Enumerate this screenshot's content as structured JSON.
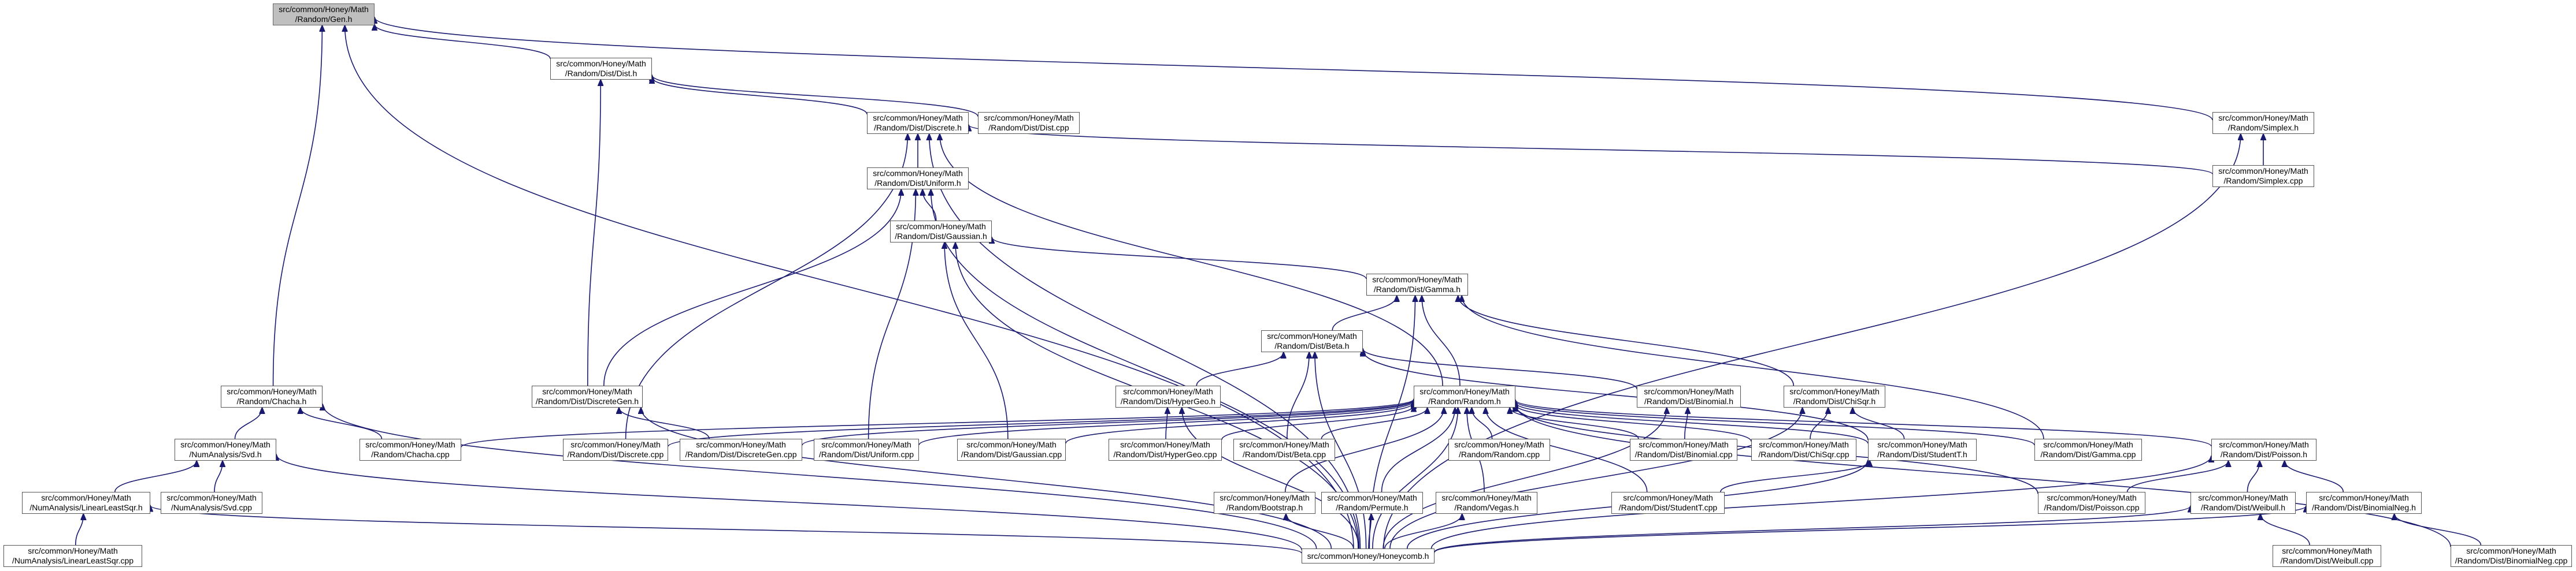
{
  "colors": {
    "edge": "#191970",
    "root_fill": "#bfbfbf",
    "node_border": "#555555",
    "background": "#ffffff"
  },
  "nodes": {
    "gen_h": {
      "line1": "src/common/Honey/Math",
      "line2": "/Random/Gen.h"
    },
    "dist_h": {
      "line1": "src/common/Honey/Math",
      "line2": "/Random/Dist/Dist.h"
    },
    "discrete_h": {
      "line1": "src/common/Honey/Math",
      "line2": "/Random/Dist/Discrete.h"
    },
    "dist_cpp": {
      "line1": "src/common/Honey/Math",
      "line2": "/Random/Dist/Dist.cpp"
    },
    "simplex_h": {
      "line1": "src/common/Honey/Math",
      "line2": "/Random/Simplex.h"
    },
    "simplex_cpp": {
      "line1": "src/common/Honey/Math",
      "line2": "/Random/Simplex.cpp"
    },
    "uniform_h": {
      "line1": "src/common/Honey/Math",
      "line2": "/Random/Dist/Uniform.h"
    },
    "gaussian_h": {
      "line1": "src/common/Honey/Math",
      "line2": "/Random/Dist/Gaussian.h"
    },
    "gamma_h": {
      "line1": "src/common/Honey/Math",
      "line2": "/Random/Dist/Gamma.h"
    },
    "beta_h": {
      "line1": "src/common/Honey/Math",
      "line2": "/Random/Dist/Beta.h"
    },
    "chacha_h": {
      "line1": "src/common/Honey/Math",
      "line2": "/Random/Chacha.h"
    },
    "discretegen_h": {
      "line1": "src/common/Honey/Math",
      "line2": "/Random/Dist/DiscreteGen.h"
    },
    "hypergeo_h": {
      "line1": "src/common/Honey/Math",
      "line2": "/Random/Dist/HyperGeo.h"
    },
    "random_h": {
      "line1": "src/common/Honey/Math",
      "line2": "/Random/Random.h"
    },
    "binomial_h": {
      "line1": "src/common/Honey/Math",
      "line2": "/Random/Dist/Binomial.h"
    },
    "chisqr_h": {
      "line1": "src/common/Honey/Math",
      "line2": "/Random/Dist/ChiSqr.h"
    },
    "svd_h": {
      "line1": "src/common/Honey/Math",
      "line2": "/NumAnalysis/Svd.h"
    },
    "chacha_cpp": {
      "line1": "src/common/Honey/Math",
      "line2": "/Random/Chacha.cpp"
    },
    "discrete_cpp": {
      "line1": "src/common/Honey/Math",
      "line2": "/Random/Dist/Discrete.cpp"
    },
    "discretegen_cpp": {
      "line1": "src/common/Honey/Math",
      "line2": "/Random/Dist/DiscreteGen.cpp"
    },
    "uniform_cpp": {
      "line1": "src/common/Honey/Math",
      "line2": "/Random/Dist/Uniform.cpp"
    },
    "gaussian_cpp": {
      "line1": "src/common/Honey/Math",
      "line2": "/Random/Dist/Gaussian.cpp"
    },
    "hypergeo_cpp": {
      "line1": "src/common/Honey/Math",
      "line2": "/Random/Dist/HyperGeo.cpp"
    },
    "beta_cpp": {
      "line1": "src/common/Honey/Math",
      "line2": "/Random/Dist/Beta.cpp"
    },
    "random_cpp": {
      "line1": "src/common/Honey/Math",
      "line2": "/Random/Random.cpp"
    },
    "binomial_cpp": {
      "line1": "src/common/Honey/Math",
      "line2": "/Random/Dist/Binomial.cpp"
    },
    "chisqr_cpp": {
      "line1": "src/common/Honey/Math",
      "line2": "/Random/Dist/ChiSqr.cpp"
    },
    "studentt_h": {
      "line1": "src/common/Honey/Math",
      "line2": "/Random/Dist/StudentT.h"
    },
    "gamma_cpp": {
      "line1": "src/common/Honey/Math",
      "line2": "/Random/Dist/Gamma.cpp"
    },
    "poisson_h": {
      "line1": "src/common/Honey/Math",
      "line2": "/Random/Dist/Poisson.h"
    },
    "linearleastsqr_h": {
      "line1": "src/common/Honey/Math",
      "line2": "/NumAnalysis/LinearLeastSqr.h"
    },
    "svd_cpp": {
      "line1": "src/common/Honey/Math",
      "line2": "/NumAnalysis/Svd.cpp"
    },
    "bootstrap_h": {
      "line1": "src/common/Honey/Math",
      "line2": "/Random/Bootstrap.h"
    },
    "permute_h": {
      "line1": "src/common/Honey/Math",
      "line2": "/Random/Permute.h"
    },
    "vegas_h": {
      "line1": "src/common/Honey/Math",
      "line2": "/Random/Vegas.h"
    },
    "studentt_cpp": {
      "line1": "src/common/Honey/Math",
      "line2": "/Random/Dist/StudentT.cpp"
    },
    "poisson_cpp": {
      "line1": "src/common/Honey/Math",
      "line2": "/Random/Dist/Poisson.cpp"
    },
    "weibull_h": {
      "line1": "src/common/Honey/Math",
      "line2": "/Random/Dist/Weibull.h"
    },
    "binomialneg_h": {
      "line1": "src/common/Honey/Math",
      "line2": "/Random/Dist/BinomialNeg.h"
    },
    "linearleastsqr_cpp": {
      "line1": "src/common/Honey/Math",
      "line2": "/NumAnalysis/LinearLeastSqr.cpp"
    },
    "honeycomb_h": {
      "line1": "src/common/Honey/Honeycomb.h"
    },
    "weibull_cpp": {
      "line1": "src/common/Honey/Math",
      "line2": "/Random/Dist/Weibull.cpp"
    },
    "binomialneg_cpp": {
      "line1": "src/common/Honey/Math",
      "line2": "/Random/Dist/BinomialNeg.cpp"
    }
  },
  "edges": [
    [
      "dist_h",
      "gen_h"
    ],
    [
      "simplex_h",
      "gen_h"
    ],
    [
      "chacha_h",
      "gen_h"
    ],
    [
      "honeycomb_h",
      "gen_h"
    ],
    [
      "discrete_h",
      "dist_h"
    ],
    [
      "dist_cpp",
      "dist_h"
    ],
    [
      "uniform_h",
      "discrete_h"
    ],
    [
      "discretegen_h",
      "dist_h"
    ],
    [
      "simplex_cpp",
      "simplex_h"
    ],
    [
      "honeycomb_h",
      "simplex_h"
    ],
    [
      "gaussian_h",
      "uniform_h"
    ],
    [
      "uniform_cpp",
      "uniform_h"
    ],
    [
      "discretegen_h",
      "uniform_h"
    ],
    [
      "honeycomb_h",
      "uniform_h"
    ],
    [
      "gamma_h",
      "gaussian_h"
    ],
    [
      "gaussian_cpp",
      "gaussian_h"
    ],
    [
      "honeycomb_h",
      "gaussian_h"
    ],
    [
      "beta_h",
      "gamma_h"
    ],
    [
      "random_h",
      "gamma_h"
    ],
    [
      "chisqr_h",
      "gamma_h"
    ],
    [
      "gamma_cpp",
      "gamma_h"
    ],
    [
      "honeycomb_h",
      "gamma_h"
    ],
    [
      "hypergeo_h",
      "beta_h"
    ],
    [
      "binomial_h",
      "beta_h"
    ],
    [
      "beta_cpp",
      "beta_h"
    ],
    [
      "studentt_h",
      "beta_h"
    ],
    [
      "honeycomb_h",
      "beta_h"
    ],
    [
      "random_h",
      "discrete_h"
    ],
    [
      "discrete_cpp",
      "discrete_h"
    ],
    [
      "simplex_cpp",
      "discrete_h"
    ],
    [
      "honeycomb_h",
      "discrete_h"
    ],
    [
      "chacha_cpp",
      "chacha_h"
    ],
    [
      "svd_h",
      "chacha_h"
    ],
    [
      "honeycomb_h",
      "chacha_h"
    ],
    [
      "discretegen_cpp",
      "discretegen_h"
    ],
    [
      "honeycomb_h",
      "discretegen_h"
    ],
    [
      "hypergeo_cpp",
      "hypergeo_h"
    ],
    [
      "honeycomb_h",
      "hypergeo_h"
    ],
    [
      "binomial_cpp",
      "binomial_h"
    ],
    [
      "honeycomb_h",
      "binomial_h"
    ],
    [
      "chisqr_cpp",
      "chisqr_h"
    ],
    [
      "studentt_h",
      "chisqr_h"
    ],
    [
      "honeycomb_h",
      "chisqr_h"
    ],
    [
      "linearleastsqr_h",
      "svd_h"
    ],
    [
      "svd_cpp",
      "svd_h"
    ],
    [
      "honeycomb_h",
      "svd_h"
    ],
    [
      "linearleastsqr_cpp",
      "linearleastsqr_h"
    ],
    [
      "honeycomb_h",
      "linearleastsqr_h"
    ],
    [
      "chacha_cpp",
      "random_h"
    ],
    [
      "discrete_cpp",
      "random_h"
    ],
    [
      "discretegen_cpp",
      "random_h"
    ],
    [
      "uniform_cpp",
      "random_h"
    ],
    [
      "gaussian_cpp",
      "random_h"
    ],
    [
      "hypergeo_cpp",
      "random_h"
    ],
    [
      "beta_cpp",
      "random_h"
    ],
    [
      "random_cpp",
      "random_h"
    ],
    [
      "binomial_cpp",
      "random_h"
    ],
    [
      "chisqr_cpp",
      "random_h"
    ],
    [
      "studentt_h",
      "random_h"
    ],
    [
      "gamma_cpp",
      "random_h"
    ],
    [
      "poisson_h",
      "random_h"
    ],
    [
      "bootstrap_h",
      "random_h"
    ],
    [
      "permute_h",
      "random_h"
    ],
    [
      "vegas_h",
      "random_h"
    ],
    [
      "studentt_cpp",
      "random_h"
    ],
    [
      "poisson_cpp",
      "random_h"
    ],
    [
      "binomialneg_cpp",
      "random_h"
    ],
    [
      "honeycomb_h",
      "random_h"
    ],
    [
      "studentt_cpp",
      "studentt_h"
    ],
    [
      "honeycomb_h",
      "studentt_h"
    ],
    [
      "poisson_cpp",
      "poisson_h"
    ],
    [
      "weibull_h",
      "poisson_h"
    ],
    [
      "binomialneg_h",
      "poisson_h"
    ],
    [
      "honeycomb_h",
      "poisson_h"
    ],
    [
      "weibull_cpp",
      "weibull_h"
    ],
    [
      "honeycomb_h",
      "weibull_h"
    ],
    [
      "binomialneg_cpp",
      "binomialneg_h"
    ],
    [
      "honeycomb_h",
      "binomialneg_h"
    ],
    [
      "honeycomb_h",
      "bootstrap_h"
    ],
    [
      "honeycomb_h",
      "permute_h"
    ],
    [
      "honeycomb_h",
      "vegas_h"
    ]
  ]
}
